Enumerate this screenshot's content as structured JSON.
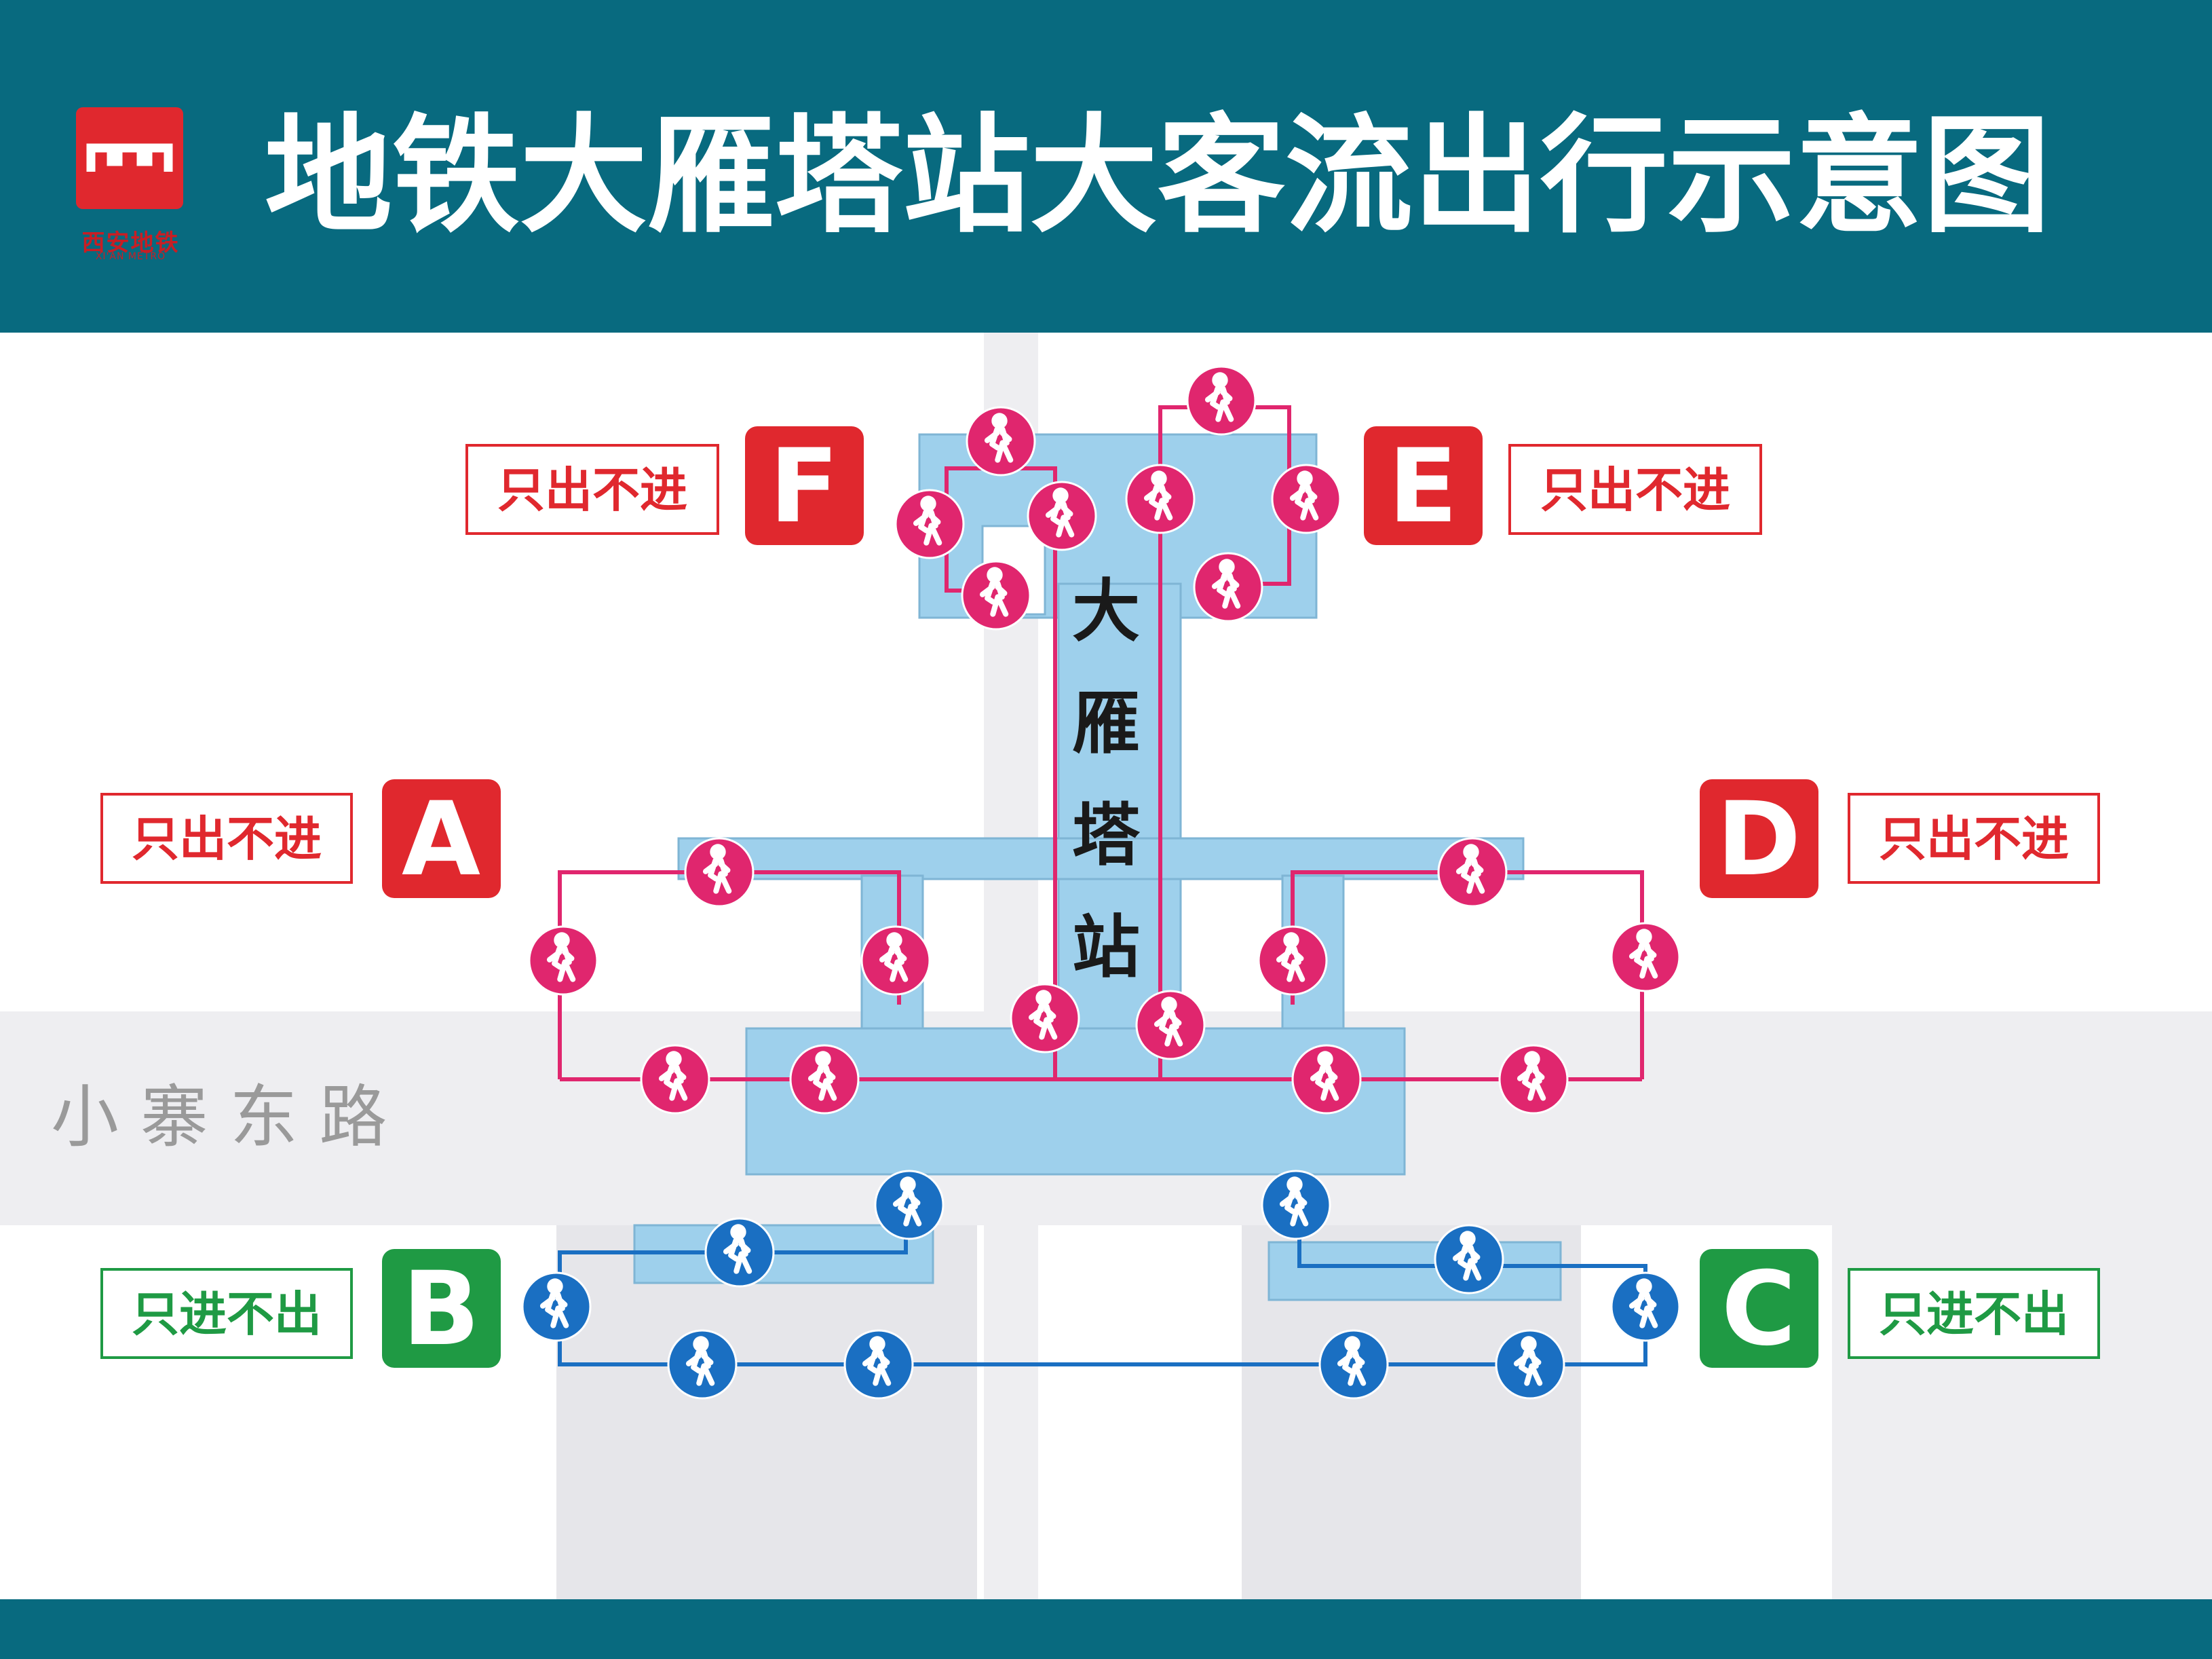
{
  "header": {
    "title": "地铁大雁塔站大客流出行示意图",
    "logo": {
      "name": "西安地铁",
      "subtitle": "XI'AN METRO",
      "icon": "metro-logo-icon"
    }
  },
  "station_name": "大雁塔站",
  "station_chars": [
    "大",
    "雁",
    "塔",
    "站"
  ],
  "road_label": "小 寨 东 路",
  "colors": {
    "header_bg": "#086a7f",
    "station_fill": "#9ed0ec",
    "exit_route": "#e0266e",
    "entry_route": "#1a6fc2",
    "exit_badge": "#e0282e",
    "entry_badge": "#1f9a44"
  },
  "exits": [
    {
      "id": "F",
      "rule": "只出不进",
      "type": "exit-only"
    },
    {
      "id": "E",
      "rule": "只出不进",
      "type": "exit-only"
    },
    {
      "id": "A",
      "rule": "只出不进",
      "type": "exit-only"
    },
    {
      "id": "D",
      "rule": "只出不进",
      "type": "exit-only"
    },
    {
      "id": "B",
      "rule": "只进不出",
      "type": "entry-only"
    },
    {
      "id": "C",
      "rule": "只进不出",
      "type": "entry-only"
    }
  ],
  "icon_name": "pedestrian-icon"
}
